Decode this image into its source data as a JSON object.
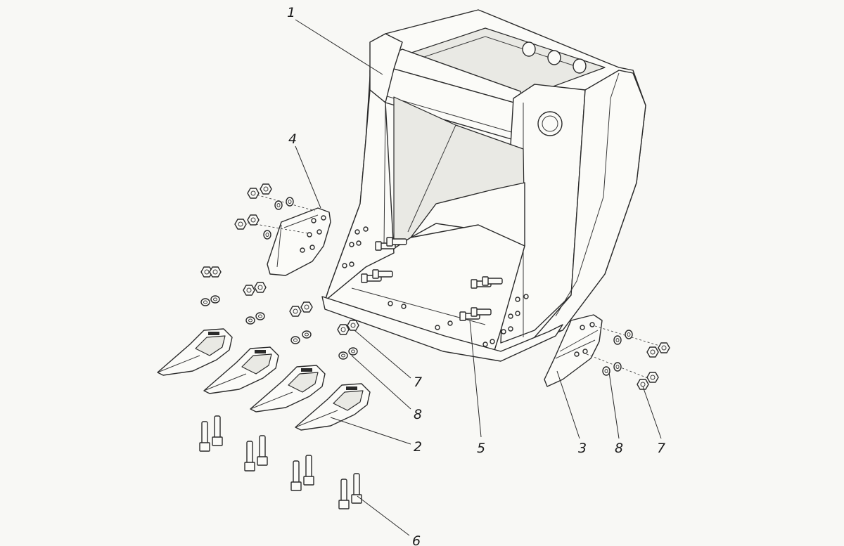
{
  "callouts": {
    "c1": "1",
    "c2": "2",
    "c3": "3",
    "c4": "4",
    "c5": "5",
    "c6": "6",
    "c7a": "7",
    "c7b": "7",
    "c8a": "8",
    "c8b": "8"
  },
  "colors": {
    "ink": "#2a2a2a",
    "paper": "#f8f8f5"
  }
}
